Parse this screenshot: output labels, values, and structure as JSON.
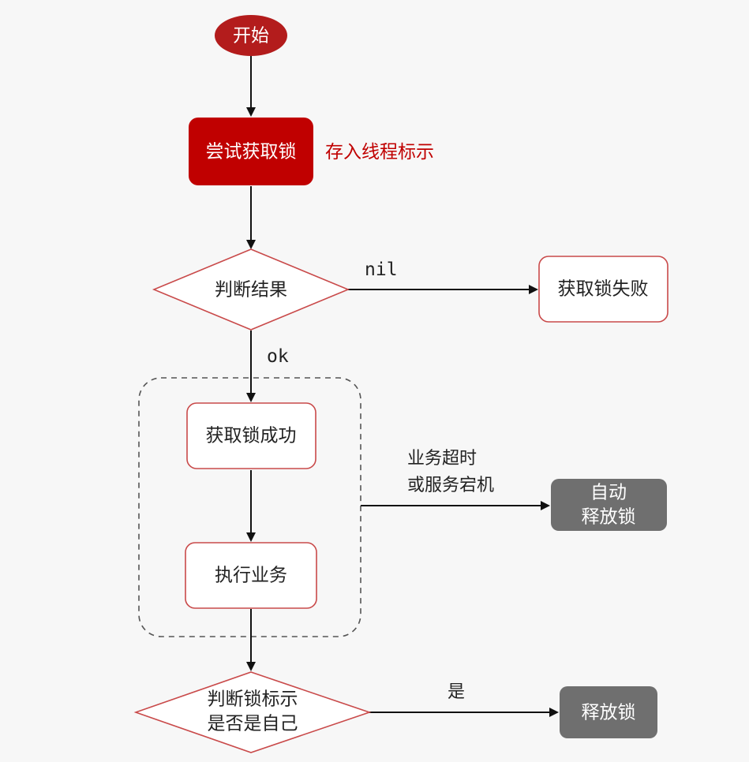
{
  "nodes": {
    "start": "开始",
    "try_lock": "尝试获取锁",
    "try_lock_note": "存入线程标示",
    "judge_result": "判断结果",
    "lock_fail": "获取锁失败",
    "lock_success": "获取锁成功",
    "execute_business": "执行业务",
    "auto_release": [
      "自动",
      "释放锁"
    ],
    "judge_owner": [
      "判断锁标示",
      "是否是自己"
    ],
    "release_lock": "释放锁"
  },
  "edges": {
    "nil_label": "nil",
    "ok_label": "ok",
    "timeout_label": [
      "业务超时",
      "或服务宕机"
    ],
    "yes_label": "是"
  },
  "colors": {
    "start_fill": "#b31c1c",
    "primary_fill": "#c00000",
    "accent_text": "#c00000",
    "box_border": "#c94a4a",
    "gray_fill": "#6f6f6f",
    "dashed_border": "#555555"
  }
}
